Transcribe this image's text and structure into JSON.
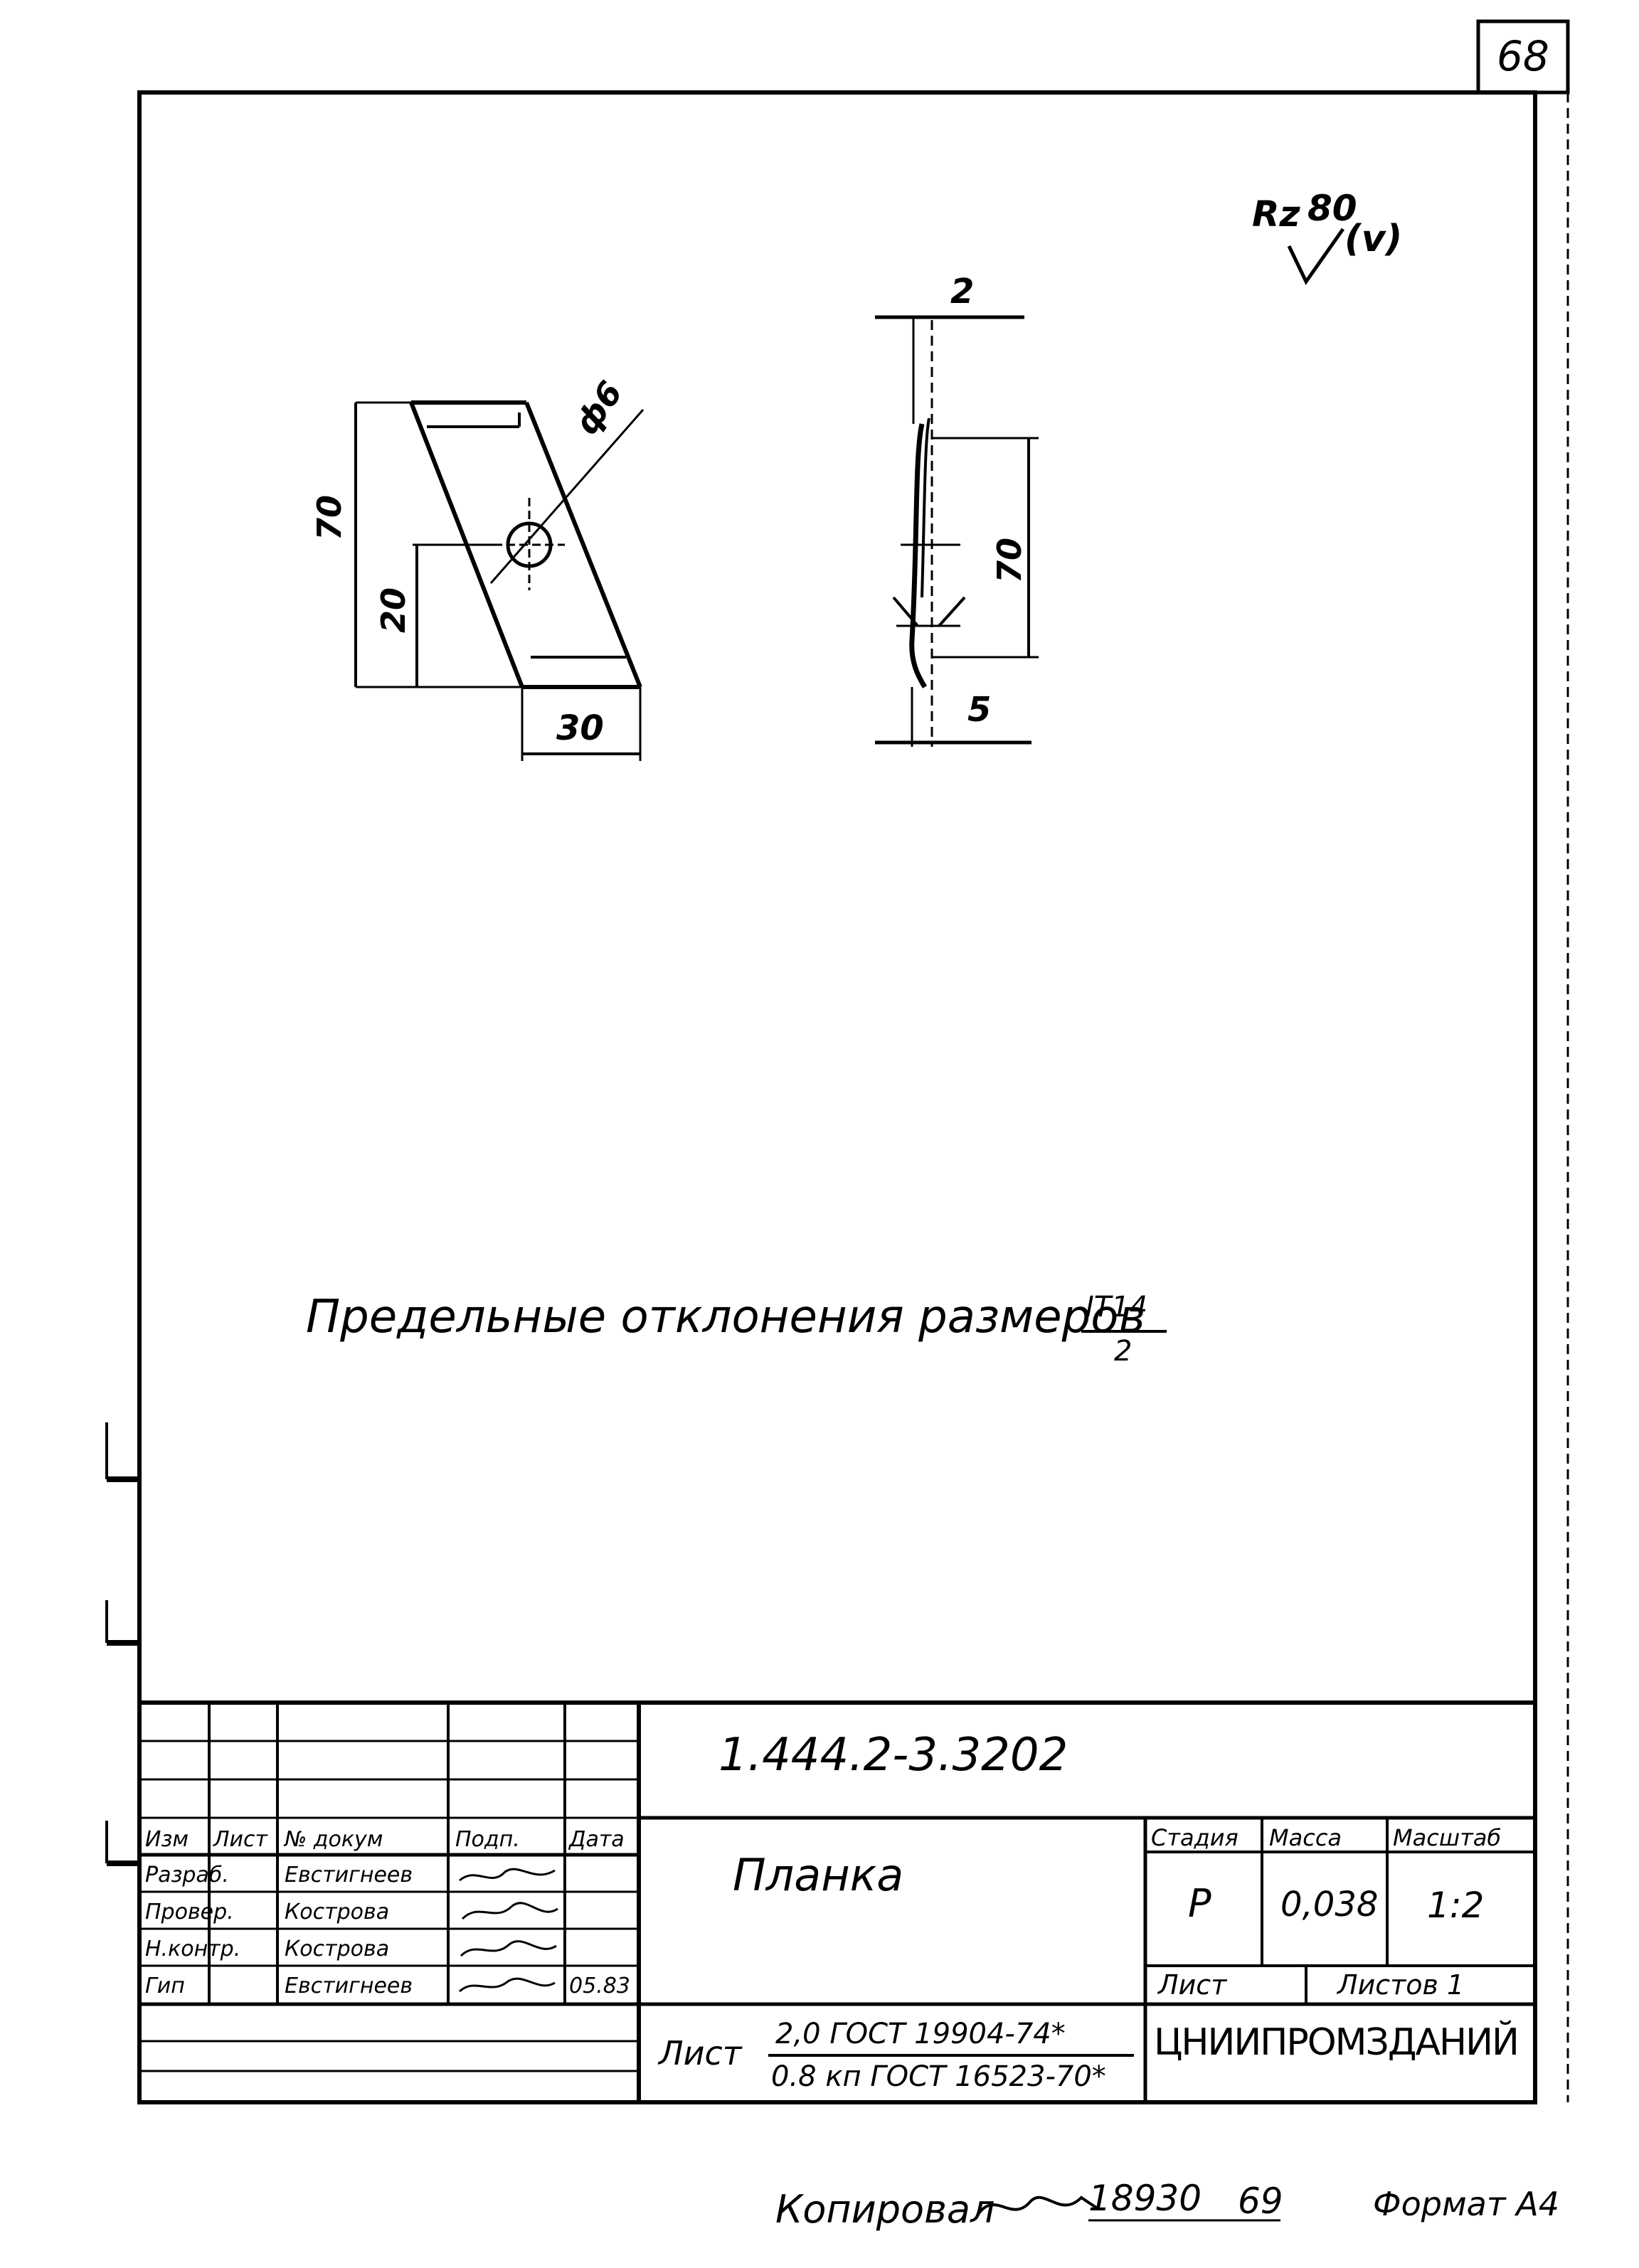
{
  "sheet": {
    "page_number": "68",
    "surface_finish": {
      "symbol": "Rz",
      "value": "80",
      "note": "(v)"
    }
  },
  "part_view": {
    "dim_height_total": "70",
    "dim_hole_offset": "20",
    "dim_width": "30",
    "dim_hole_diameter": "ф6"
  },
  "side_view": {
    "dim_thickness_top": "2",
    "dim_height": "70",
    "dim_bottom": "5"
  },
  "note": {
    "text": "Предельные отклонения размеров",
    "fraction_numerator": "IT14",
    "fraction_denominator": "2"
  },
  "title_block": {
    "designation": "1.444.2-3.3202",
    "part_name": "Планка",
    "headers": {
      "stage": "Стадия",
      "mass": "Масса",
      "scale": "Масштаб"
    },
    "values": {
      "stage": "Р",
      "mass": "0,038",
      "scale": "1:2"
    },
    "sheet_label": "Лист",
    "sheets_label": "Листов 1",
    "organization": "ЦНИИПРОМЗДАНИЙ",
    "material_prefix": "Лист",
    "material_top": "2,0 ГОСТ 19904-74*",
    "material_bottom": "0.8 кп ГОСТ 16523-70*",
    "revision_headers": [
      "Изм",
      "Лист",
      "№ докум",
      "Подп.",
      "Дата"
    ],
    "signatures": [
      [
        "Разраб.",
        "Евстигнеев",
        "",
        ""
      ],
      [
        "Провер.",
        "Кострова",
        "",
        ""
      ],
      [
        "Н.контр.",
        "Кострова",
        "",
        ""
      ],
      [
        "Гип",
        "Евстигнеев",
        "",
        "05.83"
      ]
    ]
  },
  "footer": {
    "copied_by": "Копировал",
    "order_number": "18930",
    "copy_number": "69",
    "format": "Формат А4"
  }
}
